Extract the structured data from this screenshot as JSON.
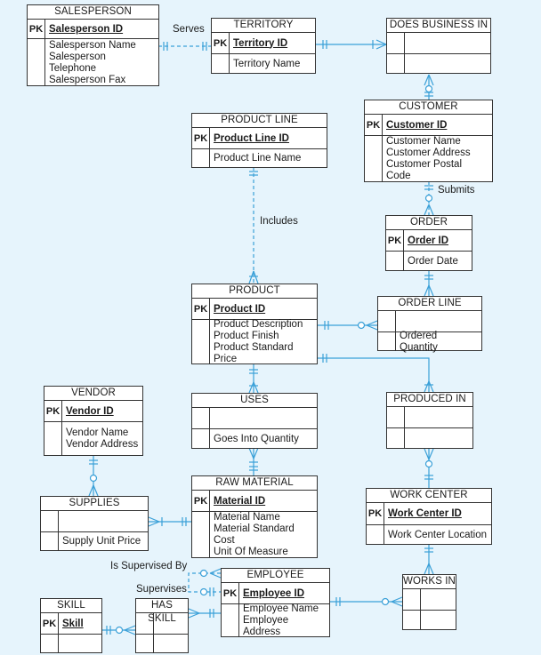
{
  "entities": {
    "salesperson": {
      "title": "SALESPERSON",
      "pk_tag": "PK",
      "pk": "Salesperson ID",
      "attrs": [
        "Salesperson Name",
        "Salesperson Telephone",
        "Salesperson Fax"
      ]
    },
    "territory": {
      "title": "TERRITORY",
      "pk_tag": "PK",
      "pk": "Territory ID",
      "attrs": [
        "Territory Name"
      ]
    },
    "does_business_in": {
      "title": "DOES BUSINESS IN"
    },
    "customer": {
      "title": "CUSTOMER",
      "pk_tag": "PK",
      "pk": "Customer ID",
      "attrs": [
        "Customer Name",
        "Customer Address",
        "Customer Postal Code"
      ]
    },
    "product_line": {
      "title": "PRODUCT LINE",
      "pk_tag": "PK",
      "pk": "Product Line ID",
      "attrs": [
        "Product Line Name"
      ]
    },
    "order": {
      "title": "ORDER",
      "pk_tag": "PK",
      "pk": "Order ID",
      "attrs": [
        "Order Date"
      ]
    },
    "product": {
      "title": "PRODUCT",
      "pk_tag": "PK",
      "pk": "Product ID",
      "attrs": [
        "Product Description",
        "Product Finish",
        "Product Standard Price"
      ]
    },
    "order_line": {
      "title": "ORDER LINE",
      "attrs": [
        "Ordered Quantity"
      ]
    },
    "vendor": {
      "title": "VENDOR",
      "pk_tag": "PK",
      "pk": "Vendor ID",
      "attrs": [
        "Vendor Name",
        "Vendor Address"
      ]
    },
    "uses": {
      "title": "USES",
      "attrs": [
        "Goes Into Quantity"
      ]
    },
    "produced_in": {
      "title": "PRODUCED IN"
    },
    "supplies": {
      "title": "SUPPLIES",
      "attrs": [
        "Supply Unit Price"
      ]
    },
    "raw_material": {
      "title": "RAW MATERIAL",
      "pk_tag": "PK",
      "pk": "Material ID",
      "attrs": [
        "Material Name",
        "Material Standard Cost",
        "Unit Of Measure"
      ]
    },
    "work_center": {
      "title": "WORK CENTER",
      "pk_tag": "PK",
      "pk": "Work Center ID",
      "attrs": [
        "Work Center Location"
      ]
    },
    "employee": {
      "title": "EMPLOYEE",
      "pk_tag": "PK",
      "pk": "Employee ID",
      "attrs": [
        "Employee Name",
        "Employee Address"
      ]
    },
    "works_in": {
      "title": "WORKS IN"
    },
    "skill": {
      "title": "SKILL",
      "pk_tag": "PK",
      "pk": "Skill"
    },
    "has_skill": {
      "title": "HAS SKILL"
    }
  },
  "relationships": {
    "serves": "Serves",
    "includes": "Includes",
    "submits": "Submits",
    "is_supervised_by": "Is Supervised By",
    "supervises": "Supervises"
  },
  "colors": {
    "background": "#e6f4fc",
    "line": "#3aa0d8",
    "box_border": "#333333"
  }
}
